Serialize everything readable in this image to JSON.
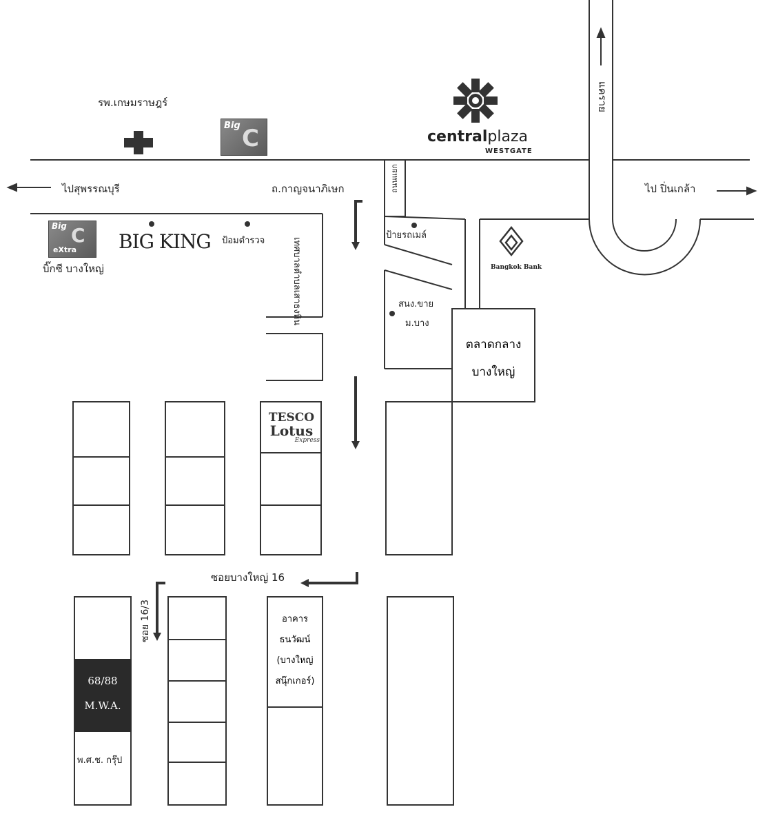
{
  "labels": {
    "hospital": "รพ.เกษมราษฎร์",
    "to_suphanburi": "ไปสุพรรณบุรี",
    "main_road": "ถ.กาญจนาภิเษก",
    "to_pinklao": "ไป ปิ่นเกล้า",
    "bigc_extra_caption": "บิ๊กซี บางใหญ่",
    "big_king": "BIG KING",
    "police_box": "ป้อมตำรวจ",
    "municipality": "เทศบาลตำบลเสาธงหิน",
    "side_road_vertical": "ถนนแยก",
    "bus_stop": "ป้ายรถเมล์",
    "bangkok_bank": "Bangkok Bank",
    "nakhon_in_road": "แคราย",
    "market_line1": "ตลาดกลาง",
    "market_line2": "บางใหญ่",
    "seller_line1": "สนง.ขาย",
    "seller_line2": "ม.บาง",
    "soi16": "ซอยบางใหญ่ 16",
    "soi16_3": "ซอย 16/3",
    "bldg_line1": "อาคาร",
    "bldg_line2": "ธนวัฒน์",
    "bldg_line3": "(บางใหญ่",
    "bldg_line4": "สนุ๊กเกอร์)",
    "mwa_line1": "68/88",
    "mwa_line2": "M.W.A.",
    "pss_group": "พ.ศ.ช. กรุ๊ป"
  },
  "logos": {
    "central_bold": "central",
    "central_light": "plaza",
    "central_sub": "WESTGATE",
    "bigc_text": "Big",
    "bigc_extra_text": "eXtra",
    "tesco_line1": "TESCO",
    "tesco_line2": "Lotus",
    "tesco_line3": "Express"
  }
}
